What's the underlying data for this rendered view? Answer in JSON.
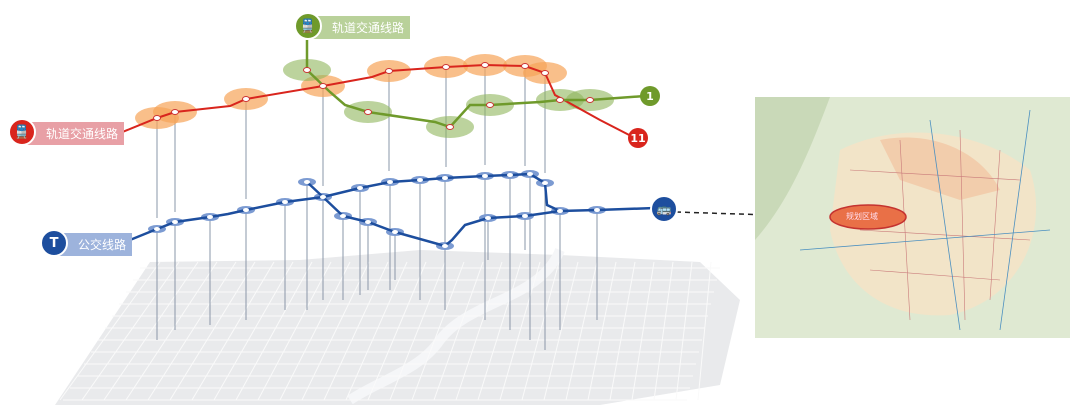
{
  "labels": {
    "rail_top": "轨道交通线路",
    "rail_left": "轨道交通线路",
    "bus": "公交线路",
    "line_1": "1",
    "line_11": "11",
    "map_area": "规划区域",
    "bus_badge": "T"
  },
  "colors": {
    "red_line": "#d9251d",
    "green_line": "#6f9a2b",
    "blue_line": "#1d4e9e",
    "red_label_bg": "#e8a0a6",
    "green_label_bg": "#b9d19a",
    "blue_label_bg": "#9db3dc"
  }
}
